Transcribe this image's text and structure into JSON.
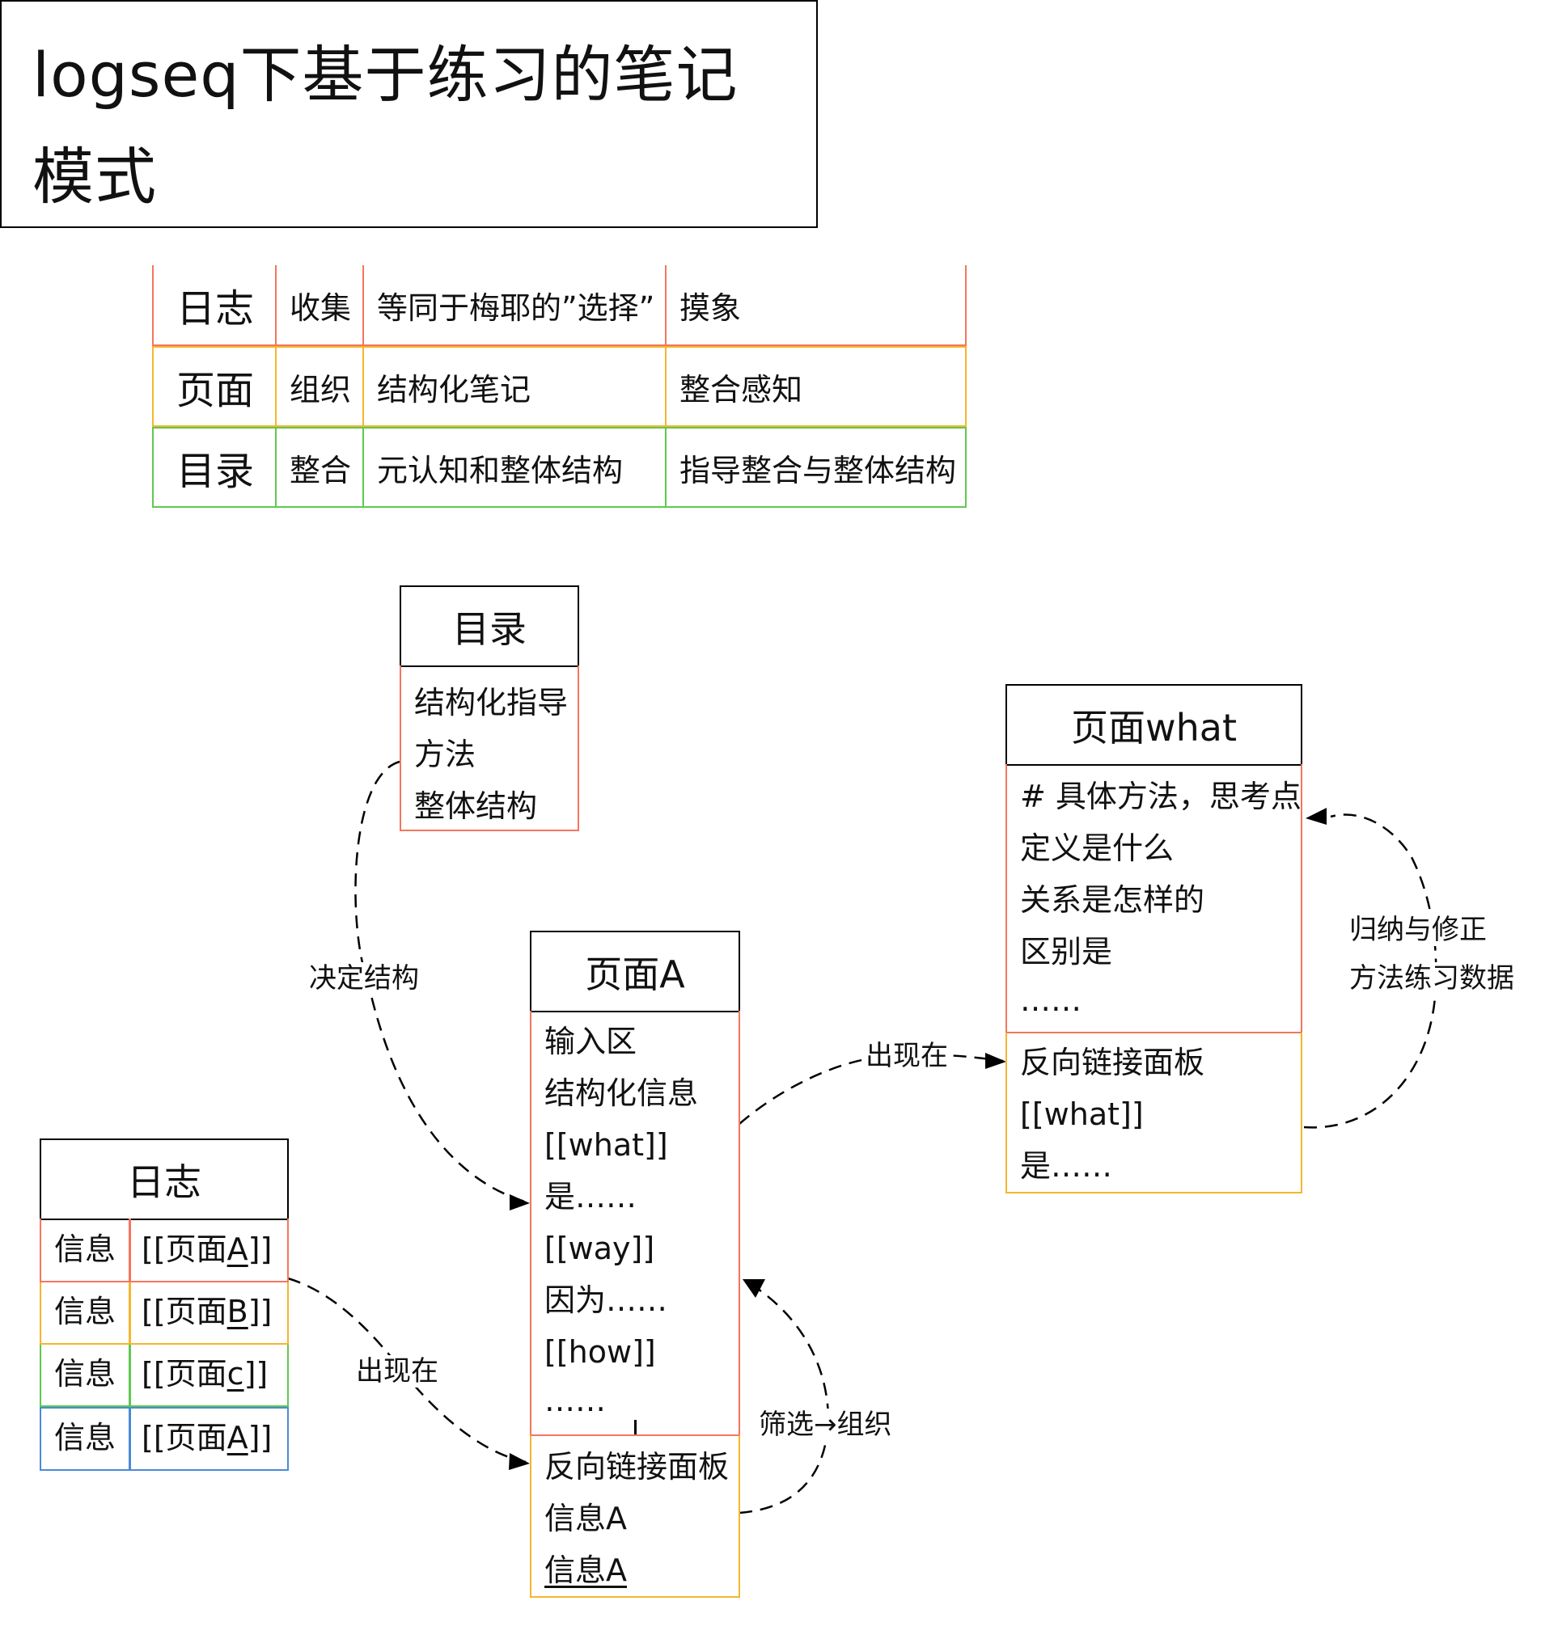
{
  "colors": {
    "red": "#f4755e",
    "yellow": "#f5b52d",
    "green": "#5ec94f",
    "blue": "#4a8ad6",
    "black": "#000000"
  },
  "title": {
    "text": "logseq下基于练习的笔记模式"
  },
  "summary_table": [
    {
      "c1": "日志",
      "c2": "收集",
      "c3": "等同于梅耶的”选择”",
      "c4": "摸象",
      "color": "red"
    },
    {
      "c1": "页面",
      "c2": "组织",
      "c3": "结构化笔记",
      "c4": "整合感知",
      "color": "yellow"
    },
    {
      "c1": "目录",
      "c2": "整合",
      "c3": "元认知和整体结构",
      "c4": "指导整合与整体结构",
      "color": "green"
    }
  ],
  "toc": {
    "header": "目录",
    "lines": [
      "结构化指导",
      "方法",
      "整体结构"
    ]
  },
  "pageA": {
    "header": "页面A",
    "lines": [
      "输入区",
      "结构化信息",
      "[[what]]",
      "是……",
      "[[way]]",
      "因为……",
      "[[how]]",
      "……"
    ],
    "backlinks": [
      "反向链接面板",
      "信息A",
      "信息A"
    ]
  },
  "what": {
    "header": "页面what",
    "lines": [
      "# 具体方法，思考点",
      "定义是什么",
      "关系是怎样的",
      "区别是",
      "……"
    ],
    "backlinks": [
      "反向链接面板",
      "[[what]]",
      "是……"
    ]
  },
  "journal": {
    "header": "日志",
    "rows": [
      {
        "k": "信息",
        "prefix": "[[页面",
        "link": "A",
        "suffix": "]]",
        "color": "red"
      },
      {
        "k": "信息",
        "prefix": "[[页面",
        "link": "B",
        "suffix": "]]",
        "color": "yellow"
      },
      {
        "k": "信息",
        "prefix": "[[页面",
        "link": "c",
        "suffix": "]]",
        "color": "green"
      },
      {
        "k": "信息",
        "prefix": "[[页面",
        "link": "A",
        "suffix": "]]",
        "color": "blue"
      }
    ]
  },
  "edges": {
    "decide_structure": "决定结构",
    "appears_in_left": "出现在",
    "appears_in_right": "出现在",
    "filter_organize": "筛选→组织",
    "induce_line1": "归纳与修正",
    "induce_line2": "方法练习数据"
  }
}
